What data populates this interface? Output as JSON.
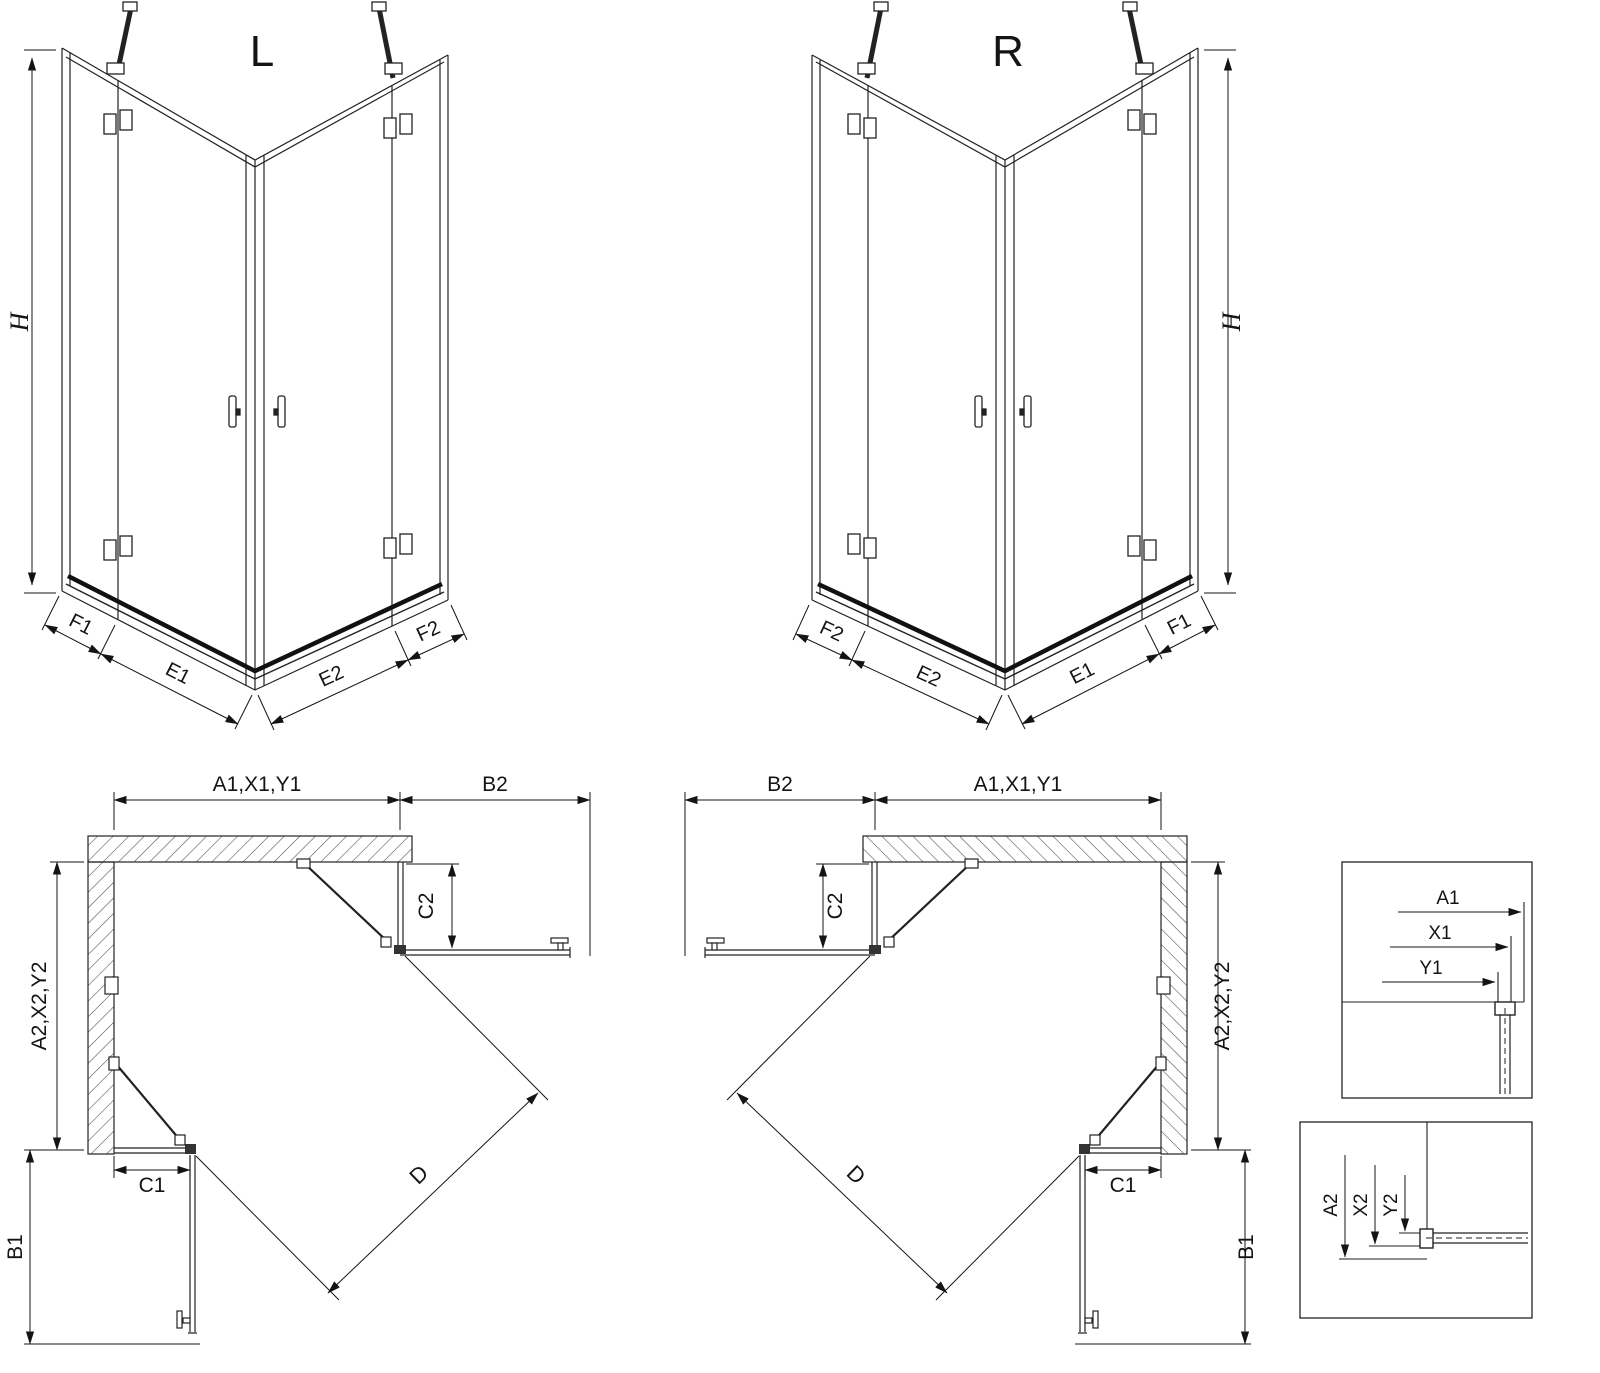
{
  "diagram": {
    "front_left": {
      "label": "L",
      "h": "H",
      "f1": "F1",
      "e1": "E1",
      "e2": "E2",
      "f2": "F2"
    },
    "front_right": {
      "label": "R",
      "h": "H",
      "f1": "F1",
      "e1": "E1",
      "e2": "E2",
      "f2": "F2"
    },
    "plan_left": {
      "a1": "A1,X1,Y1",
      "b2": "B2",
      "a2": "A2,X2,Y2",
      "c2": "C2",
      "c1": "C1",
      "b1": "B1",
      "d": "D"
    },
    "plan_right": {
      "a1": "A1,X1,Y1",
      "b2": "B2",
      "a2": "A2,X2,Y2",
      "c2": "C2",
      "c1": "C1",
      "b1": "B1",
      "d": "D"
    },
    "detail_horizontal": {
      "a1": "A1",
      "x1": "X1",
      "y1": "Y1"
    },
    "detail_vertical": {
      "a2": "A2",
      "x2": "X2",
      "y2": "Y2"
    },
    "colors": {
      "line": "#1c1c1c",
      "background": "#ffffff"
    }
  }
}
